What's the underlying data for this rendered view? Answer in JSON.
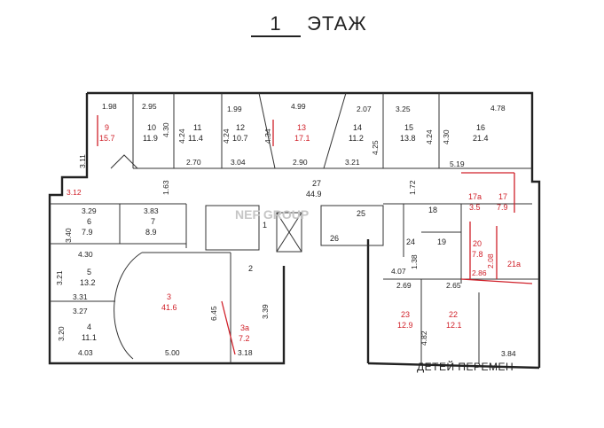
{
  "title": {
    "number": "1",
    "word": "ЭТАЖ"
  },
  "watermark": "NEF GROUP",
  "footer_text": "ДЕТЕЙ ПЕРЕМЕН",
  "rooms": [
    {
      "id": "9",
      "number": "9",
      "area": "15.7",
      "red": true
    },
    {
      "id": "10",
      "number": "10",
      "area": "11.9",
      "red": false
    },
    {
      "id": "11",
      "number": "11",
      "area": "11.4",
      "red": false
    },
    {
      "id": "12",
      "number": "12",
      "area": "10.7",
      "red": false
    },
    {
      "id": "13",
      "number": "13",
      "area": "17.1",
      "red": true
    },
    {
      "id": "14",
      "number": "14",
      "area": "11.2",
      "red": false
    },
    {
      "id": "15",
      "number": "15",
      "area": "13.8",
      "red": false
    },
    {
      "id": "16",
      "number": "16",
      "area": "21.4",
      "red": false
    },
    {
      "id": "27",
      "number": "27",
      "area": "44.9",
      "red": false
    },
    {
      "id": "17a",
      "number": "17a",
      "area": "3.5",
      "red": true
    },
    {
      "id": "17",
      "number": "17",
      "area": "7.9",
      "red": true
    },
    {
      "id": "6",
      "number": "6",
      "area": "7.9",
      "red": false
    },
    {
      "id": "7",
      "number": "7",
      "area": "8.9",
      "red": false
    },
    {
      "id": "5",
      "number": "5",
      "area": "13.2",
      "red": false
    },
    {
      "id": "4",
      "number": "4",
      "area": "11.1",
      "red": false
    },
    {
      "id": "3",
      "number": "3",
      "area": "41.6",
      "red": true
    },
    {
      "id": "3a",
      "number": "3a",
      "area": "7.2",
      "red": true
    },
    {
      "id": "20",
      "number": "20",
      "area": "7.8",
      "red": true
    },
    {
      "id": "23",
      "number": "23",
      "area": "12.9",
      "red": true
    },
    {
      "id": "22",
      "number": "22",
      "area": "12.1",
      "red": true
    }
  ],
  "labels": {
    "r2": "2",
    "r18": "18",
    "r19": "19",
    "r24": "24",
    "r26": "26",
    "r25": "25",
    "r21a": "21a",
    "r1": "1"
  },
  "dims": {
    "d1": "1.98",
    "d2": "2.95",
    "d3": "1.99",
    "d4": "4.99",
    "d5": "2.07",
    "d6": "3.25",
    "d7": "4.78",
    "d8": "4.30",
    "d9": "4.24",
    "d10": "4.24",
    "d11": "4.34",
    "d12": "4.25",
    "d13": "4.24",
    "d14": "4.30",
    "d15": "3.11",
    "d16": "2.70",
    "d17": "3.04",
    "d18": "2.90",
    "d19": "3.21",
    "d20": "5.19",
    "d21": "3.12",
    "d22": "1.63",
    "d23": "1.72",
    "d24": "3.29",
    "d25": "3.83",
    "d26": "3.40",
    "d27": "4.30",
    "d28": "3.21",
    "d29": "3.31",
    "d30": "3.27",
    "d31": "3.20",
    "d32": "4.03",
    "d33": "5.00",
    "d34": "3.18",
    "d35": "6.45",
    "d36": "3.39",
    "d37": "4.07",
    "d38": "1.38",
    "d39": "2.69",
    "d40": "2.65",
    "d41": "2.86",
    "d42": "2.08",
    "d43": "4.82",
    "d44": "3.84"
  }
}
